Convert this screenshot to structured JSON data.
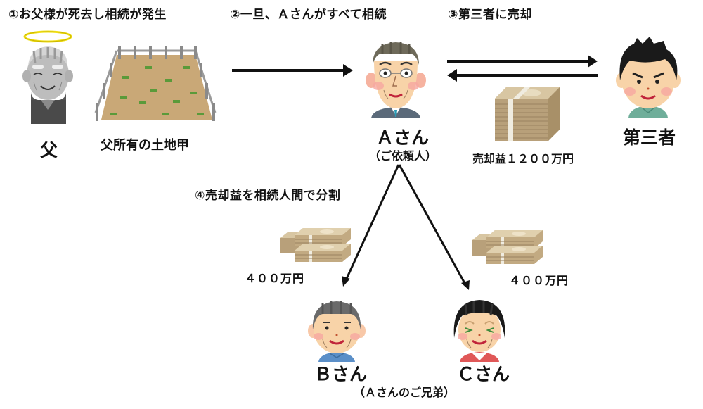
{
  "steps": {
    "step1": "①お父様が死去し相続が発生",
    "step2": "②一旦、Ａさんがすべて相続",
    "step3": "③第三者に売却",
    "step4": "④売却益を相続人間で分割"
  },
  "people": {
    "father": {
      "label": "父",
      "icon": "deceased-father-with-halo"
    },
    "a": {
      "label": "Ａさん",
      "sublabel": "（ご依頼人）",
      "icon": "man-with-glasses"
    },
    "third_party": {
      "label": "第三者",
      "icon": "young-man"
    },
    "b": {
      "label": "Ｂさん",
      "icon": "middle-aged-man"
    },
    "c": {
      "label": "Ｃさん",
      "icon": "middle-aged-woman"
    },
    "siblings_note": "（Ａさんのご兄弟）"
  },
  "land": {
    "label": "父所有の土地甲",
    "icon": "fenced-land-plot"
  },
  "money": {
    "sale_proceeds": "売却益１２００万円",
    "b_share": "４００万円",
    "c_share": "４００万円",
    "icon": "banknote-stack"
  },
  "colors": {
    "arrow": "#111111",
    "halo": "#f2e11a",
    "skin": "#f8d3a8",
    "cheek": "#f6a8a0",
    "soil": "#c9a877",
    "grass": "#5a9a3a",
    "money": "#c9b38a"
  }
}
